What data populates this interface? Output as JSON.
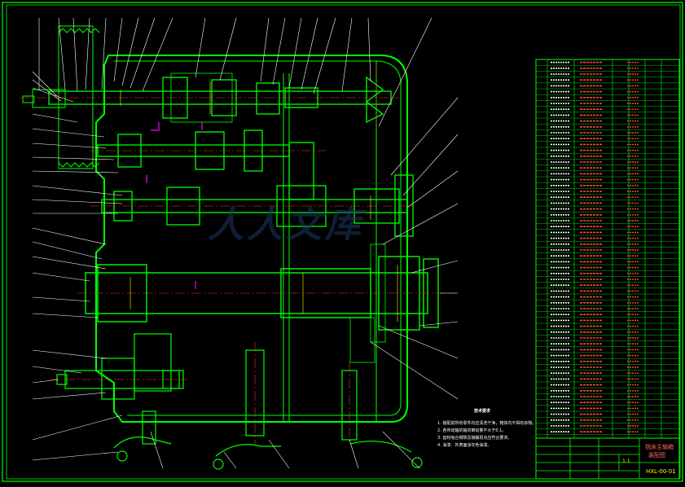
{
  "drawing": {
    "background": "#000000",
    "frame_color": "#00ff00",
    "part_color": "#00ff00",
    "centerline_color": "#ff3333",
    "leader_color": "#ffffff",
    "highlight_color": "#ff00ff",
    "dim_color": "#ffff00"
  },
  "watermark": {
    "text": "人人文库",
    "color": "#1b3a63"
  },
  "notes": {
    "title": "技术要求",
    "lines": [
      "1. 装配前所有零件均应清洗干净，箱体内不得有杂物。",
      "2. 各传动轴的轴向窜动量不大于0.1。",
      "3. 齿轮啮合侧隙及接触斑点应符合要求。",
      "4. 油漆：外表面涂灰色油漆。"
    ]
  },
  "title_block": {
    "name_line1": "铣床主轴箱",
    "name_line2": "装配图",
    "drawing_no": "HXL-00-01",
    "scale": "1:1"
  }
}
